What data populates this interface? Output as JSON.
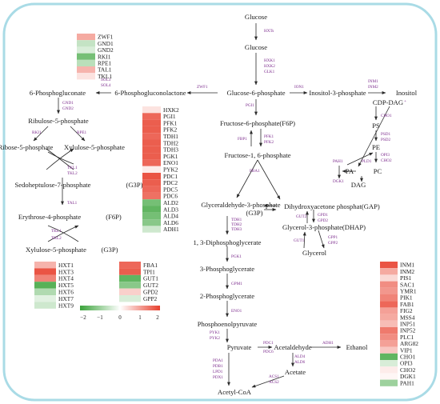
{
  "metabolites": {
    "glucose_out": "Glucose",
    "glucose_in": "Glucose",
    "g6p": "Glucose-6-phosphate",
    "pgl": "6-Phosphogluconolactone",
    "pgn": "6-Phosphogluconate",
    "ru5p": "Ribulose-5-phosphate",
    "r5p": "Ribose-5-phosphate",
    "xu5p_a": "Xylulose-5-phosphate",
    "s7p": "Sedoheptulose-7-phosphate",
    "g3p_tag_a": "(G3P)",
    "e4p": "Erythrose-4-phosphate",
    "f6p_tag": "(F6P)",
    "xu5p_b": "Xylulose-5-phosphate",
    "g3p_tag_b": "(G3P)",
    "i3p": "Inositol-3-phosphate",
    "inositol": "Inositol",
    "f6p": "Fructose-6-phosphate(F6P)",
    "fbp": "Fructose-1, 6-phosphate",
    "cdpdag": "CDP-DAG",
    "ps": "PS",
    "pe": "PE",
    "pc": "PC",
    "pa": "PA",
    "dag": "DAG",
    "gap": "Glyceraldehyde-3-phosphate",
    "gap_tag": "(G3P)",
    "dhap_top": "Dihydroxyacetone phosphat(GAP)",
    "g3p_dhap": "Glycerol-3-phosphate(DHAP)",
    "glycerol": "Glycerol",
    "bpg": "1, 3-Diphosphoglycerate",
    "pg3": "3-Phosphoglycerate",
    "pg2": "2-Phosphoglycerate",
    "pep": "Phosphoenolpyruvate",
    "pyr": "Pyruvate",
    "acald": "Acetaldehyde",
    "ethanol": "Ethanol",
    "acetate": "Acetate",
    "acoa": "Acetyl-CoA"
  },
  "enzymes": {
    "hxts": "HXTs",
    "hxk": [
      "HXK1",
      "HXK2",
      "GLK1"
    ],
    "zwf1": "ZWF1",
    "sol": [
      "SOL3",
      "SOL4"
    ],
    "gnd": [
      "GND1",
      "GND2"
    ],
    "rki1": "RKI1",
    "rpe1": "RPE1",
    "tkl_a": [
      "TKL1",
      "TKL2"
    ],
    "tal1": "TAL1",
    "tkl_b": [
      "TKL1",
      "TKL2"
    ],
    "ino1": "ION1",
    "inm": [
      "INM1",
      "INM2"
    ],
    "pgi1": "PGI1",
    "pfk": [
      "PFK1",
      "PFK2"
    ],
    "fbp1": "FBP1",
    "fba1": "FBA1",
    "cho1": "CHO1",
    "psd": [
      "PSD1",
      "PSD2"
    ],
    "opi3": [
      "OPI3",
      "CHO2"
    ],
    "pah1": "PAH1",
    "dgk1": "DGK1",
    "pld1": "PLD1",
    "tdh": [
      "TDH1",
      "TDH2",
      "TDH3"
    ],
    "gut2": "GUT2",
    "gpd": [
      "GPD1",
      "GPD2"
    ],
    "gut1": "GUT1",
    "gpp": [
      "GPP1",
      "GPP2"
    ],
    "pgk1": "PGK1",
    "gpm1": "GPM1",
    "eno1": "ENO1",
    "pyk": [
      "PYK1",
      "PYK2"
    ],
    "pdc": [
      "PDC1",
      "PDC6"
    ],
    "adh1": "ADH1",
    "ald": [
      "ALD4",
      "ALD6"
    ],
    "acs": [
      "ACS1",
      "ACS2"
    ],
    "pda": [
      "PDA1",
      "PDB1",
      "LPD1",
      "PDX1"
    ]
  },
  "heatmaps": [
    {
      "id": "ppp",
      "genes": [
        "ZWF1",
        "GND1",
        "GND2",
        "RKI1",
        "RPE1",
        "TAL1",
        "TKL1"
      ],
      "values": [
        0.9,
        -0.6,
        -0.4,
        -1.4,
        -0.7,
        0.8,
        0.3
      ]
    },
    {
      "id": "glycolysis",
      "genes": [
        "HXK2",
        "PGI1",
        "PFK1",
        "PFK2",
        "TDH1",
        "TDH2",
        "TDH3",
        "PGK1",
        "ENO1",
        "PYK2",
        "PDC1",
        "PDC2",
        "PDC5",
        "PDC6",
        "ALD2",
        "ALD3",
        "ALD4",
        "ALD6",
        "ADH1"
      ],
      "values": [
        0.3,
        1.6,
        1.7,
        1.7,
        1.6,
        1.7,
        1.7,
        1.7,
        1.6,
        0.2,
        1.8,
        1.7,
        1.6,
        1.5,
        -1.4,
        -1.6,
        -1.4,
        -1.2,
        -0.5
      ]
    },
    {
      "id": "hxt",
      "genes": [
        "HXT1",
        "HXT3",
        "HXT4",
        "HXT5",
        "HXT6",
        "HXT7",
        "HXT9"
      ],
      "values": [
        0.8,
        1.8,
        1.3,
        -1.7,
        -0.8,
        -0.3,
        -0.5
      ]
    },
    {
      "id": "glycerol",
      "genes": [
        "FBA1",
        "TPI1",
        "GUT1",
        "GUT2",
        "GPD2",
        "GPP2"
      ],
      "values": [
        1.6,
        1.7,
        -1.6,
        -1.2,
        0.5,
        -0.4
      ]
    },
    {
      "id": "lipid",
      "genes": [
        "INM1",
        "INM2",
        "PIS1",
        "SAC1",
        "YMR1",
        "PIK1",
        "FAB1",
        "FIG2",
        "MSS4",
        "INP51",
        "INP52",
        "PLC1",
        "ARG82",
        "VIP1",
        "CHO1",
        "OPI3",
        "CHO2",
        "DGK1",
        "PAH1"
      ],
      "values": [
        1.8,
        0.9,
        0.4,
        1.2,
        1.1,
        1.3,
        1.6,
        1.0,
        0.9,
        0.7,
        1.4,
        1.2,
        1.0,
        0.6,
        -1.6,
        -0.4,
        0.2,
        0.1,
        -1.0
      ]
    }
  ],
  "legend": {
    "ticks": [
      "−2",
      "−1",
      "0",
      "1",
      "2"
    ],
    "low_color": "#3aa33a",
    "mid_color": "#ffffff",
    "high_color": "#e8412f"
  },
  "frame_color": "#a9dbe6"
}
